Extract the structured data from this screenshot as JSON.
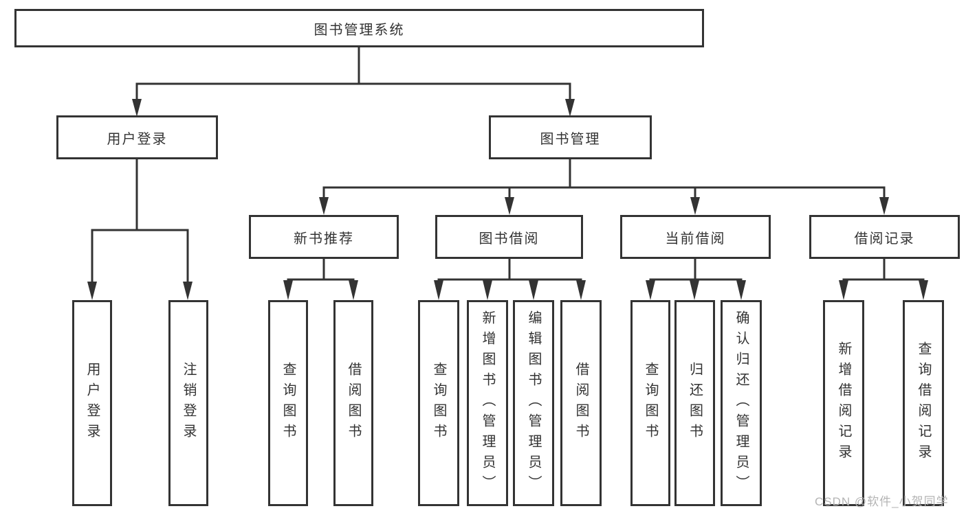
{
  "diagram": {
    "root": {
      "label": "图书管理系统"
    },
    "level2": [
      {
        "label": "用户登录"
      },
      {
        "label": "图书管理"
      }
    ],
    "level3": [
      {
        "label": "新书推荐"
      },
      {
        "label": "图书借阅"
      },
      {
        "label": "当前借阅"
      },
      {
        "label": "借阅记录"
      }
    ],
    "leaves": {
      "user_login": [
        "用户登录",
        "注销登录"
      ],
      "new_book": [
        "查询图书",
        "借阅图书"
      ],
      "book_borrow": [
        "查询图书",
        "新增图书（管理员）",
        "编辑图书（管理员）",
        "借阅图书"
      ],
      "current_borrow": [
        "查询图书",
        "归还图书",
        "确认归还（管理员）"
      ],
      "borrow_records": [
        "新增借阅记录",
        "查询借阅记录"
      ]
    }
  },
  "watermark": {
    "text": "CSDN @软件_小贺同学"
  },
  "colors": {
    "line": "#333333",
    "box_background": "#ffffff",
    "text": "#333333",
    "watermark": "#b4b4b4"
  }
}
